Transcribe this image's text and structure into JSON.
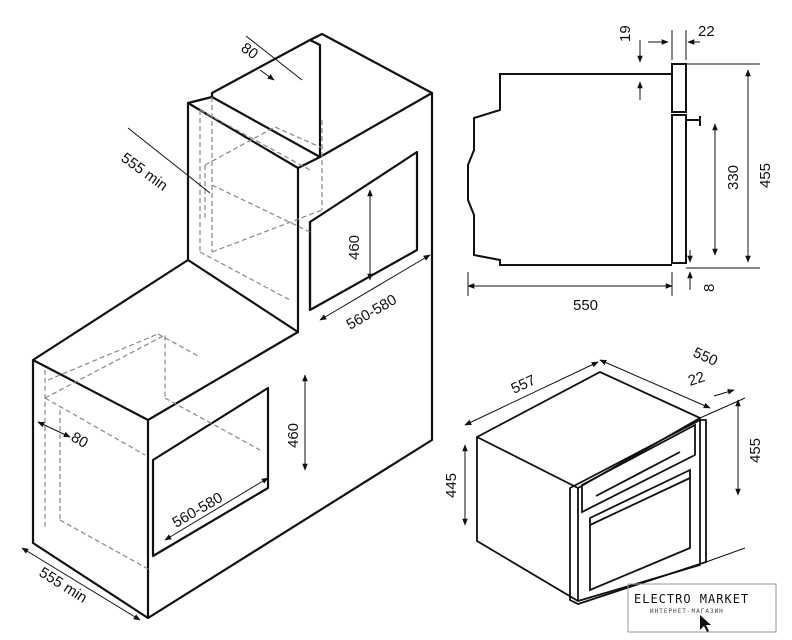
{
  "dimensions": {
    "upper_niche_depth": "555 min",
    "upper_top_gap": "80",
    "upper_opening_height": "460",
    "upper_opening_width": "560-580",
    "lower_opening_height": "460",
    "lower_opening_width": "560-580",
    "lower_gap": "80",
    "lower_niche_depth": "555 min",
    "side_gap_top": "19",
    "side_front_thickness": "22",
    "side_total_height": "455",
    "side_inner_height": "330",
    "side_bottom_gap": "8",
    "side_depth": "550",
    "iso_depth": "550",
    "iso_width": "557",
    "iso_front_thickness": "22",
    "iso_height": "455",
    "iso_body_height": "445"
  },
  "watermark": {
    "brand": "ELECTRO MARKET",
    "subtitle": "ИНТЕРНЕТ-МАГАЗИН"
  }
}
